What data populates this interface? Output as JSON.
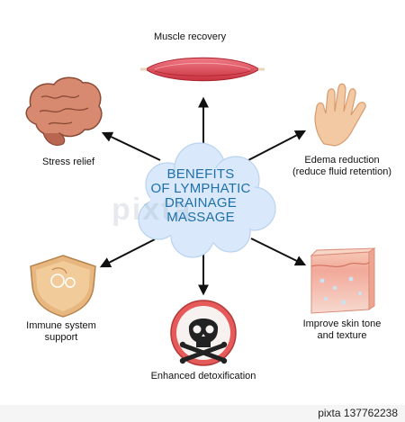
{
  "diagram": {
    "title_lines": [
      "BENEFITS",
      "OF LYMPHATIC",
      "DRAINAGE",
      "MASSAGE"
    ],
    "benefits": {
      "muscle": "Muscle recovery",
      "stress": "Stress relief",
      "edema_line1": "Edema reduction",
      "edema_line2": "(reduce fluid retention)",
      "immune_line1": "Immune system",
      "immune_line2": "support",
      "detox": "Enhanced detoxification",
      "skin_line1": "Improve skin tone",
      "skin_line2": "and texture"
    },
    "colors": {
      "cloud": "#d9e9fb",
      "title": "#1f6fa8",
      "muscle": "#e04a5a",
      "brain": "#c9735a",
      "hand": "#f3c9a3",
      "shield": "#e7b77f",
      "detox": "#e65a5a",
      "skin": "#f0b7a6"
    },
    "icons": [
      "muscle-icon",
      "brain-icon",
      "hand-icon",
      "shield-icon",
      "skull-crossbones-icon",
      "skin-layers-icon"
    ]
  },
  "watermark": "pixta",
  "footer": {
    "brand": "pixta",
    "image_id": "137762238"
  }
}
